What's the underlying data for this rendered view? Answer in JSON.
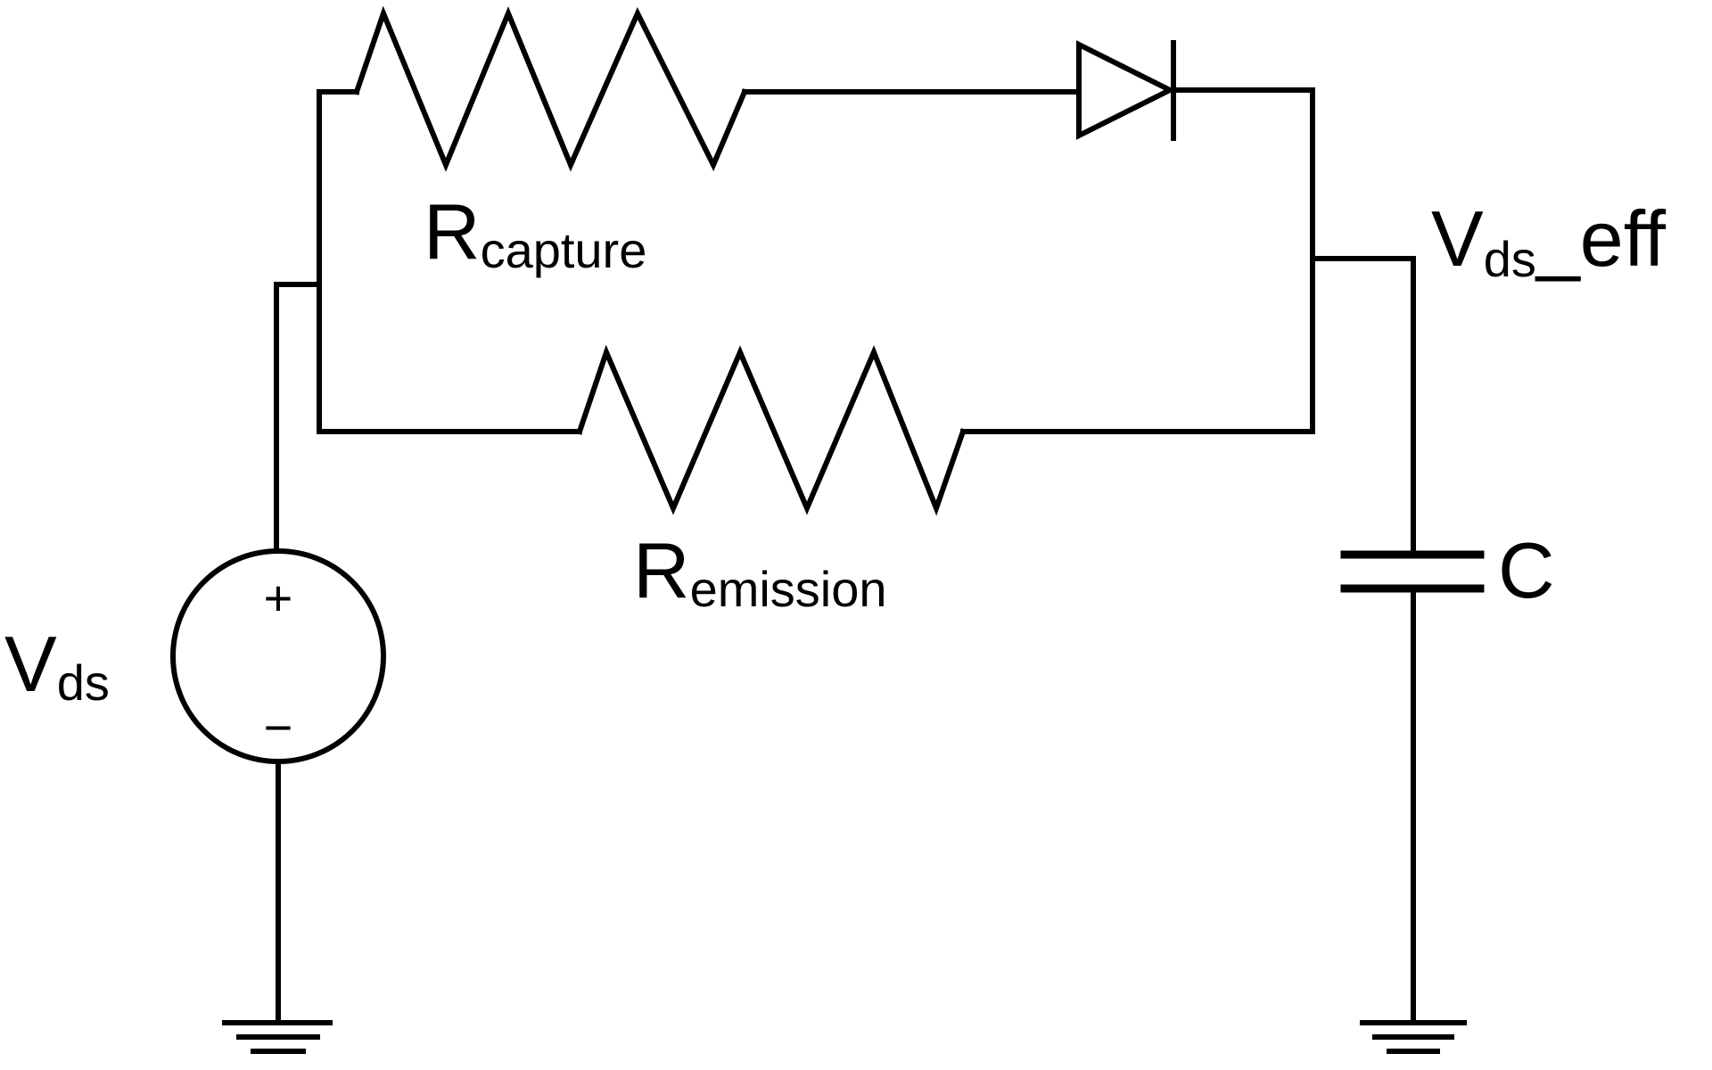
{
  "source": {
    "symbol": "V",
    "subscript": "ds",
    "plus": "+",
    "minus": "−"
  },
  "resistor_capture": {
    "symbol": "R",
    "subscript": "capture"
  },
  "resistor_emission": {
    "symbol": "R",
    "subscript": "emission"
  },
  "capacitor": {
    "label": "C"
  },
  "output_node": {
    "symbol": "V",
    "subscript": "ds",
    "suffix": "_eff"
  },
  "colors": {
    "ink": "#000000",
    "background": "#ffffff"
  }
}
